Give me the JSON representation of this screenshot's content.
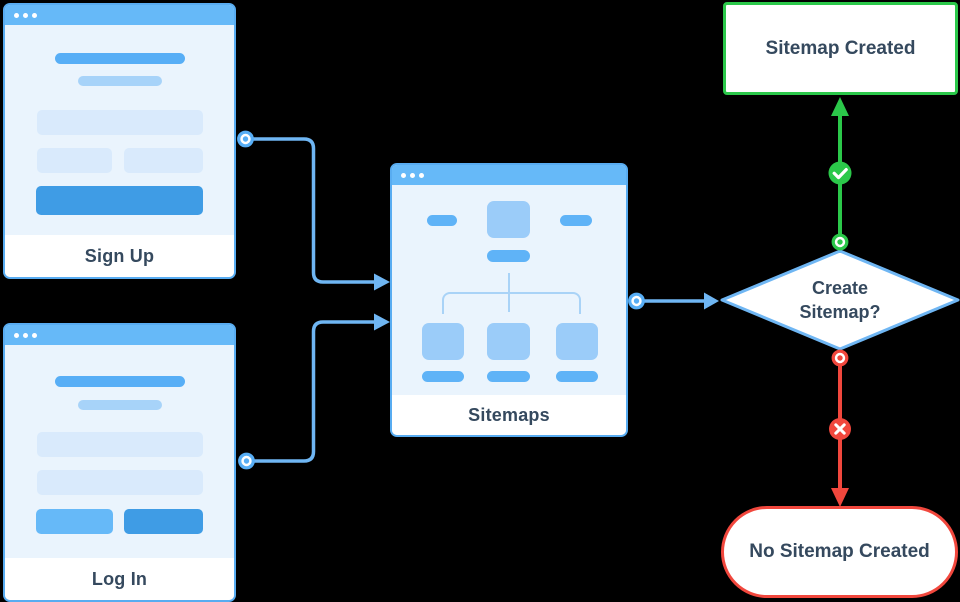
{
  "nodes": {
    "signup": {
      "label": "Sign Up",
      "type": "browser-window-wireframe"
    },
    "login": {
      "label": "Log In",
      "type": "browser-window-wireframe"
    },
    "sitemaps": {
      "label": "Sitemaps",
      "type": "browser-window-wireframe"
    },
    "decision": {
      "label": "Create Sitemap?",
      "type": "diamond-decision"
    },
    "created": {
      "label": "Sitemap Created",
      "type": "rectangle-terminal"
    },
    "not_created": {
      "label": "No Sitemap Created",
      "type": "stadium-terminal"
    }
  },
  "edges": [
    {
      "from": "signup",
      "to": "sitemaps",
      "color": "#6fb6f3",
      "style": "arrow"
    },
    {
      "from": "login",
      "to": "sitemaps",
      "color": "#6fb6f3",
      "style": "arrow"
    },
    {
      "from": "sitemaps",
      "to": "decision",
      "color": "#6fb6f3",
      "style": "arrow"
    },
    {
      "from": "decision",
      "to": "created",
      "color": "#2bc84a",
      "style": "arrow",
      "badge": "check-icon"
    },
    {
      "from": "decision",
      "to": "not_created",
      "color": "#f1473d",
      "style": "arrow",
      "badge": "x-icon"
    }
  ],
  "colors": {
    "background": "#000000",
    "window_header_blue": "#66b9f8",
    "window_border_blue": "#58acf1",
    "window_body_blue": "#eaf4fd",
    "placeholder_dark_blue": "#57aef6",
    "placeholder_light_blue": "#a7d3f9",
    "placeholder_field_blue": "#d9eafc",
    "button_dark_blue": "#3f9ce5",
    "edge_blue": "#6fb6f3",
    "success_green": "#2bc84a",
    "error_red": "#f1473d",
    "text_dark": "#35495e",
    "node_fill": "#ffffff"
  }
}
